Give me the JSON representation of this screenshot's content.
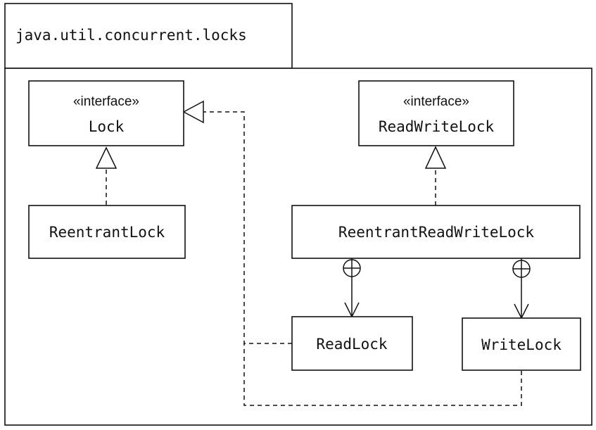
{
  "package": {
    "name": "java.util.concurrent.locks"
  },
  "classes": {
    "lock": {
      "stereotype": "«interface»",
      "name": "Lock"
    },
    "read_write_lock": {
      "stereotype": "«interface»",
      "name": "ReadWriteLock"
    },
    "reentrant_lock": {
      "name": "ReentrantLock"
    },
    "reentrant_read_write_lock": {
      "name": "ReentrantReadWriteLock"
    },
    "read_lock": {
      "name": "ReadLock"
    },
    "write_lock": {
      "name": "WriteLock"
    }
  },
  "relationships": [
    {
      "from": "ReentrantLock",
      "to": "Lock",
      "type": "realization"
    },
    {
      "from": "ReentrantReadWriteLock",
      "to": "ReadWriteLock",
      "type": "realization"
    },
    {
      "from": "ReadLock",
      "to": "Lock",
      "type": "realization"
    },
    {
      "from": "WriteLock",
      "to": "Lock",
      "type": "realization"
    },
    {
      "from": "ReentrantReadWriteLock",
      "to": "ReadLock",
      "type": "nesting"
    },
    {
      "from": "ReentrantReadWriteLock",
      "to": "WriteLock",
      "type": "nesting"
    }
  ]
}
